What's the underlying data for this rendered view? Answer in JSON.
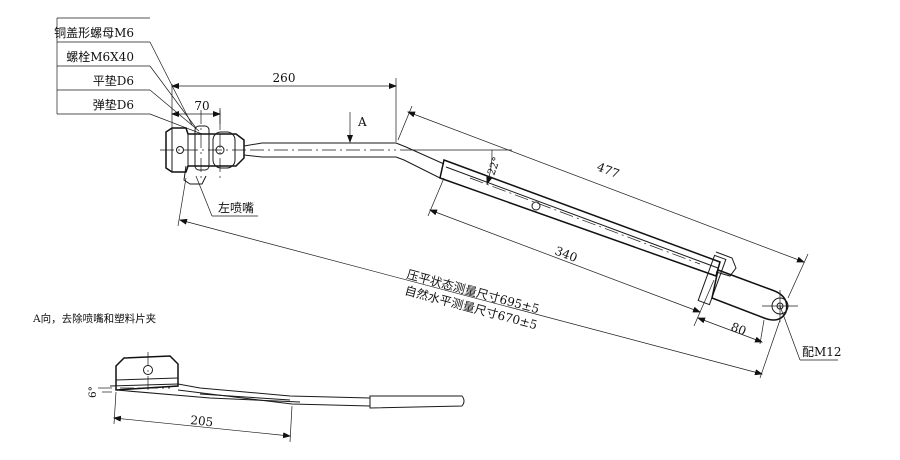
{
  "labels": {
    "cap_nut": "铜盖形螺母M6",
    "bolt": "螺栓M6X40",
    "flat_washer": "平垫D6",
    "spring_washer": "弹垫D6",
    "left_nozzle": "左喷嘴",
    "fitting": "配M12",
    "view_a_note": "A向，去除喷嘴和塑料片夹",
    "view_a_marker": "A",
    "pressed_measure": "压平状态测量尺寸695±5",
    "free_measure": "自然水平测量尺寸670±5"
  },
  "dimensions": {
    "d260": "260",
    "d70": "70",
    "d477": "477",
    "d340": "340",
    "d80": "80",
    "d205": "205",
    "angle22": "22°",
    "angle6": "6°"
  }
}
